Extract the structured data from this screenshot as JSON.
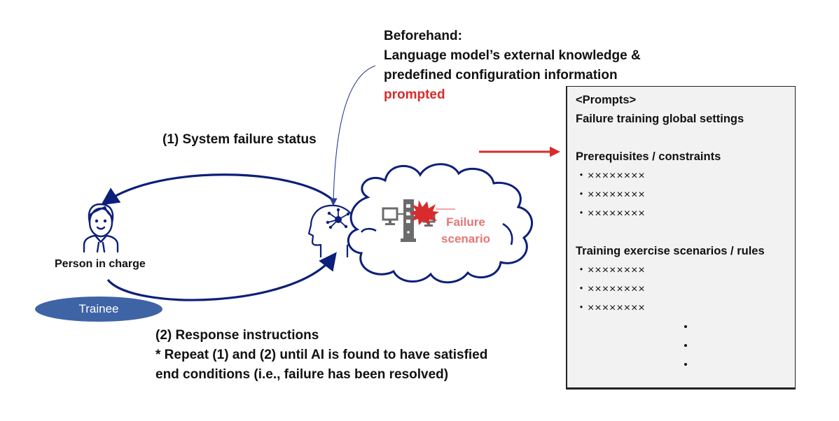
{
  "beforehand_note": {
    "title": "Beforehand:",
    "line1": "Language model’s external knowledge &",
    "line2": "predefined configuration information",
    "highlight": "prompted",
    "highlight_color": "#d92b2b"
  },
  "flow_labels": {
    "step1": "(1) System failure status",
    "step2": "(2) Response instructions",
    "repeat_line1": "* Repeat (1) and (2) until AI is found to have satisfied",
    "repeat_line2": "end conditions (i.e., failure has been resolved)"
  },
  "person": {
    "icon": "person-icon",
    "label": "Person in charge",
    "role_badge": "Trainee",
    "badge_color": "#3f64a6"
  },
  "ai": {
    "icon": "ai-head-network-icon"
  },
  "cloud": {
    "icons": [
      "computer-icon",
      "server-tower-icon",
      "explosion-icon",
      "computer-icon"
    ],
    "label_line1": "Failure",
    "label_line2": "scenario",
    "label_color": "#e87474"
  },
  "prompt_box": {
    "header": "<Prompts>",
    "global_settings": "Failure training global settings",
    "section1_title": "Prerequisites / constraints",
    "section1_items": [
      "・××××××××",
      "・××××××××",
      "・××××××××"
    ],
    "section2_title": "Training exercise scenarios / rules",
    "section2_items": [
      "・××××××××",
      "・××××××××",
      "・××××××××"
    ]
  },
  "colors": {
    "arrow_navy": "#0d1f7a",
    "arrow_red": "#d92b2b",
    "icon_gray": "#6b6b6b"
  }
}
